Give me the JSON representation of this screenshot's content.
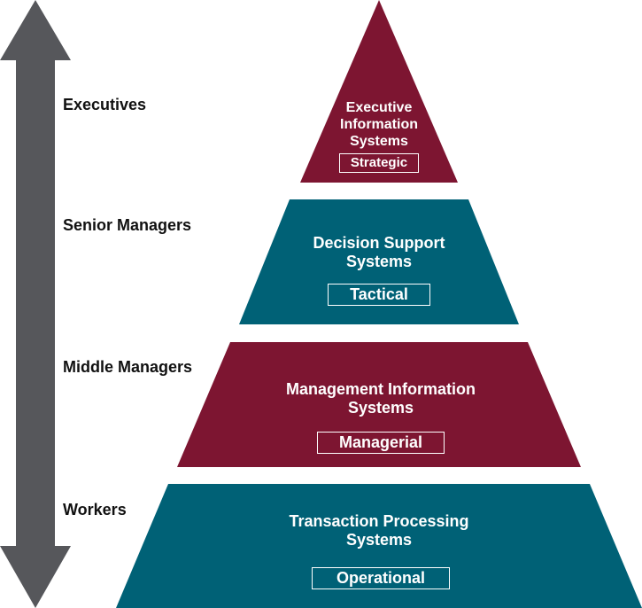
{
  "colors": {
    "maroon": "#7d1531",
    "teal": "#006176",
    "arrow": "#56575b",
    "text": "#111111",
    "white": "#ffffff"
  },
  "arrow": {
    "icon": "double-headed-vertical-arrow-icon"
  },
  "levels": [
    {
      "label": "Executives"
    },
    {
      "label": "Senior Managers"
    },
    {
      "label": "Middle Managers"
    },
    {
      "label": "Workers"
    }
  ],
  "tiers": [
    {
      "title_lines": [
        "Executive",
        "Information",
        "Systems"
      ],
      "box": "Strategic",
      "color": "#7d1531"
    },
    {
      "title_lines": [
        "Decision Support",
        "Systems"
      ],
      "box": "Tactical",
      "color": "#006176"
    },
    {
      "title_lines": [
        "Management Information",
        "Systems"
      ],
      "box": "Managerial",
      "color": "#7d1531"
    },
    {
      "title_lines": [
        "Transaction Processing",
        "Systems"
      ],
      "box": "Operational",
      "color": "#006176"
    }
  ]
}
